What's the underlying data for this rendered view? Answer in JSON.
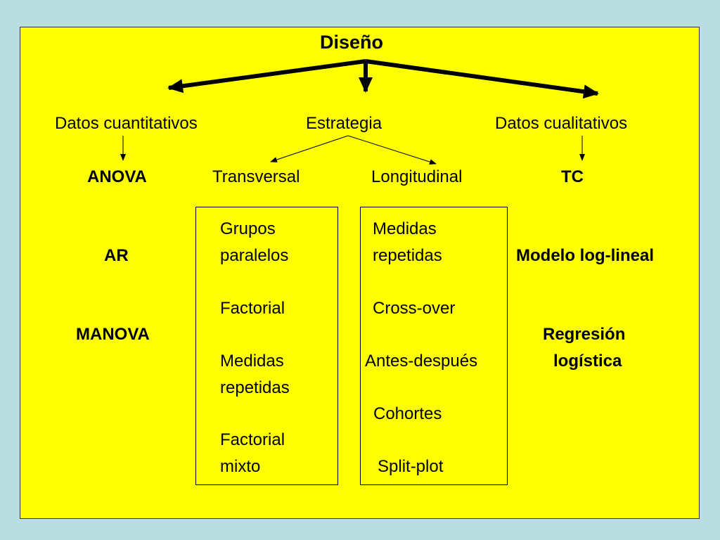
{
  "title": "Diseño",
  "top_level": {
    "left": "Datos cuantitativos",
    "center": "Estrategia",
    "right": "Datos cualitativos"
  },
  "second_level": {
    "anova": "ANOVA",
    "transversal": "Transversal",
    "longitudinal": "Longitudinal",
    "tc": "TC"
  },
  "quantitative_methods": [
    "ANOVA",
    "AR",
    "MANOVA"
  ],
  "qualitative_methods": {
    "tc": "TC",
    "model": "Modelo log-lineal",
    "regression_line1": "Regresión",
    "regression_line2": "logística"
  },
  "transversal_box": [
    "Grupos",
    "paralelos",
    "Factorial",
    "Medidas",
    "repetidas",
    "Factorial",
    "mixto"
  ],
  "longitudinal_box": [
    "Medidas",
    "repetidas",
    "Cross-over",
    "Antes-después",
    "Cohortes",
    "Split-plot"
  ],
  "colors": {
    "background": "#b9dde0",
    "slide": "#ffff00",
    "text": "#000000"
  }
}
